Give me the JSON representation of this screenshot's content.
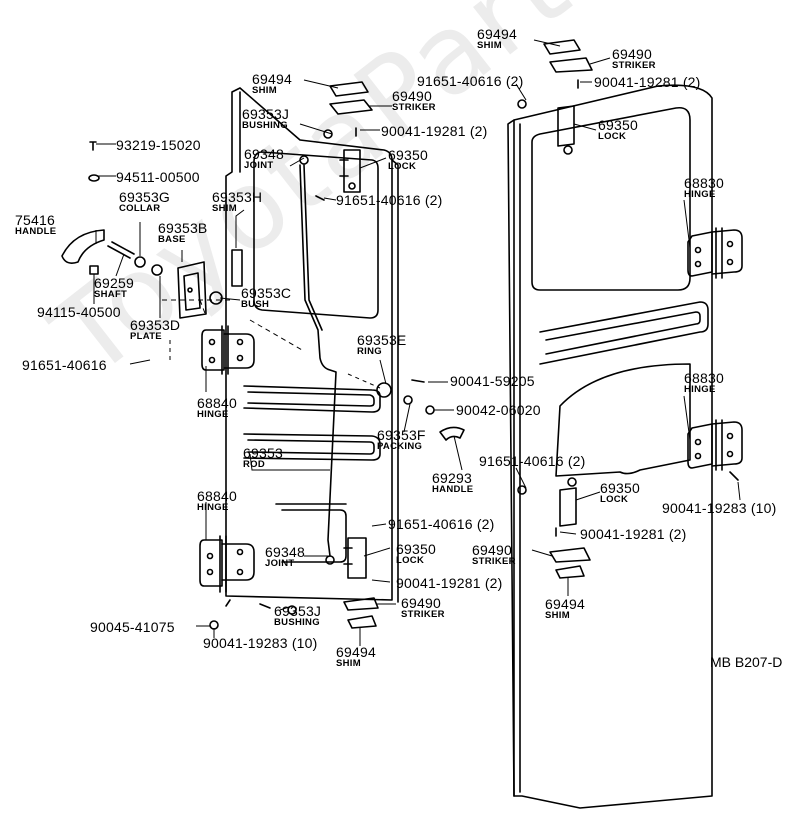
{
  "watermark": "ToyotaPartsMine.ru",
  "diagram_code": "MB B207-D",
  "labels": [
    {
      "id": "l1",
      "part": "69494",
      "name": "SHIM"
    },
    {
      "id": "l2",
      "part": "69490",
      "name": "STRIKER"
    },
    {
      "id": "l3",
      "part": "91651-40616 (2)",
      "name": ""
    },
    {
      "id": "l4",
      "part": "90041-19281 (2)",
      "name": ""
    },
    {
      "id": "l5",
      "part": "69350",
      "name": "LOCK"
    },
    {
      "id": "l6",
      "part": "68830",
      "name": "HINGE"
    },
    {
      "id": "l7",
      "part": "68830",
      "name": "HINGE"
    },
    {
      "id": "l8",
      "part": "91651-40616 (2)",
      "name": ""
    },
    {
      "id": "l9",
      "part": "69350",
      "name": "LOCK"
    },
    {
      "id": "l10",
      "part": "90041-19283 (10)",
      "name": ""
    },
    {
      "id": "l11",
      "part": "90041-19281 (2)",
      "name": ""
    },
    {
      "id": "l12",
      "part": "69490",
      "name": "STRIKER"
    },
    {
      "id": "l13",
      "part": "69494",
      "name": "SHIM"
    },
    {
      "id": "m1",
      "part": "69494",
      "name": "SHIM"
    },
    {
      "id": "m2",
      "part": "69490",
      "name": "STRIKER"
    },
    {
      "id": "m3",
      "part": "69353J",
      "name": "BUSHING"
    },
    {
      "id": "m4",
      "part": "90041-19281 (2)",
      "name": ""
    },
    {
      "id": "m5",
      "part": "93219-15020",
      "name": ""
    },
    {
      "id": "m6",
      "part": "69348",
      "name": "JOINT"
    },
    {
      "id": "m7",
      "part": "69350",
      "name": "LOCK"
    },
    {
      "id": "m8",
      "part": "94511-00500",
      "name": ""
    },
    {
      "id": "m9",
      "part": "69353G",
      "name": "COLLAR"
    },
    {
      "id": "m10",
      "part": "69353H",
      "name": "SHIM"
    },
    {
      "id": "m11",
      "part": "91651-40616 (2)",
      "name": ""
    },
    {
      "id": "m12",
      "part": "75416",
      "name": "HANDLE"
    },
    {
      "id": "m13",
      "part": "69353B",
      "name": "BASE"
    },
    {
      "id": "m14",
      "part": "69259",
      "name": "SHAFT"
    },
    {
      "id": "m15",
      "part": "69353C",
      "name": "BUSH"
    },
    {
      "id": "m16",
      "part": "94115-40500",
      "name": ""
    },
    {
      "id": "m17",
      "part": "69353D",
      "name": "PLATE"
    },
    {
      "id": "m18",
      "part": "69353E",
      "name": "RING"
    },
    {
      "id": "m19",
      "part": "91651-40616",
      "name": ""
    },
    {
      "id": "m20",
      "part": "90041-59205",
      "name": ""
    },
    {
      "id": "m21",
      "part": "68840",
      "name": "HINGE"
    },
    {
      "id": "m22",
      "part": "90042-06020",
      "name": ""
    },
    {
      "id": "m23",
      "part": "69353F",
      "name": "PACKING"
    },
    {
      "id": "m24",
      "part": "69353",
      "name": "ROD"
    },
    {
      "id": "m25",
      "part": "69293",
      "name": "HANDLE"
    },
    {
      "id": "m26",
      "part": "68840",
      "name": "HINGE"
    },
    {
      "id": "m27",
      "part": "91651-40616 (2)",
      "name": ""
    },
    {
      "id": "m28",
      "part": "69348",
      "name": "JOINT"
    },
    {
      "id": "m29",
      "part": "69350",
      "name": "LOCK"
    },
    {
      "id": "m30",
      "part": "90041-19281 (2)",
      "name": ""
    },
    {
      "id": "m31",
      "part": "90045-41075",
      "name": ""
    },
    {
      "id": "m32",
      "part": "69353J",
      "name": "BUSHING"
    },
    {
      "id": "m33",
      "part": "69490",
      "name": "STRIKER"
    },
    {
      "id": "m34",
      "part": "90041-19283 (10)",
      "name": ""
    },
    {
      "id": "m35",
      "part": "69494",
      "name": "SHIM"
    }
  ]
}
